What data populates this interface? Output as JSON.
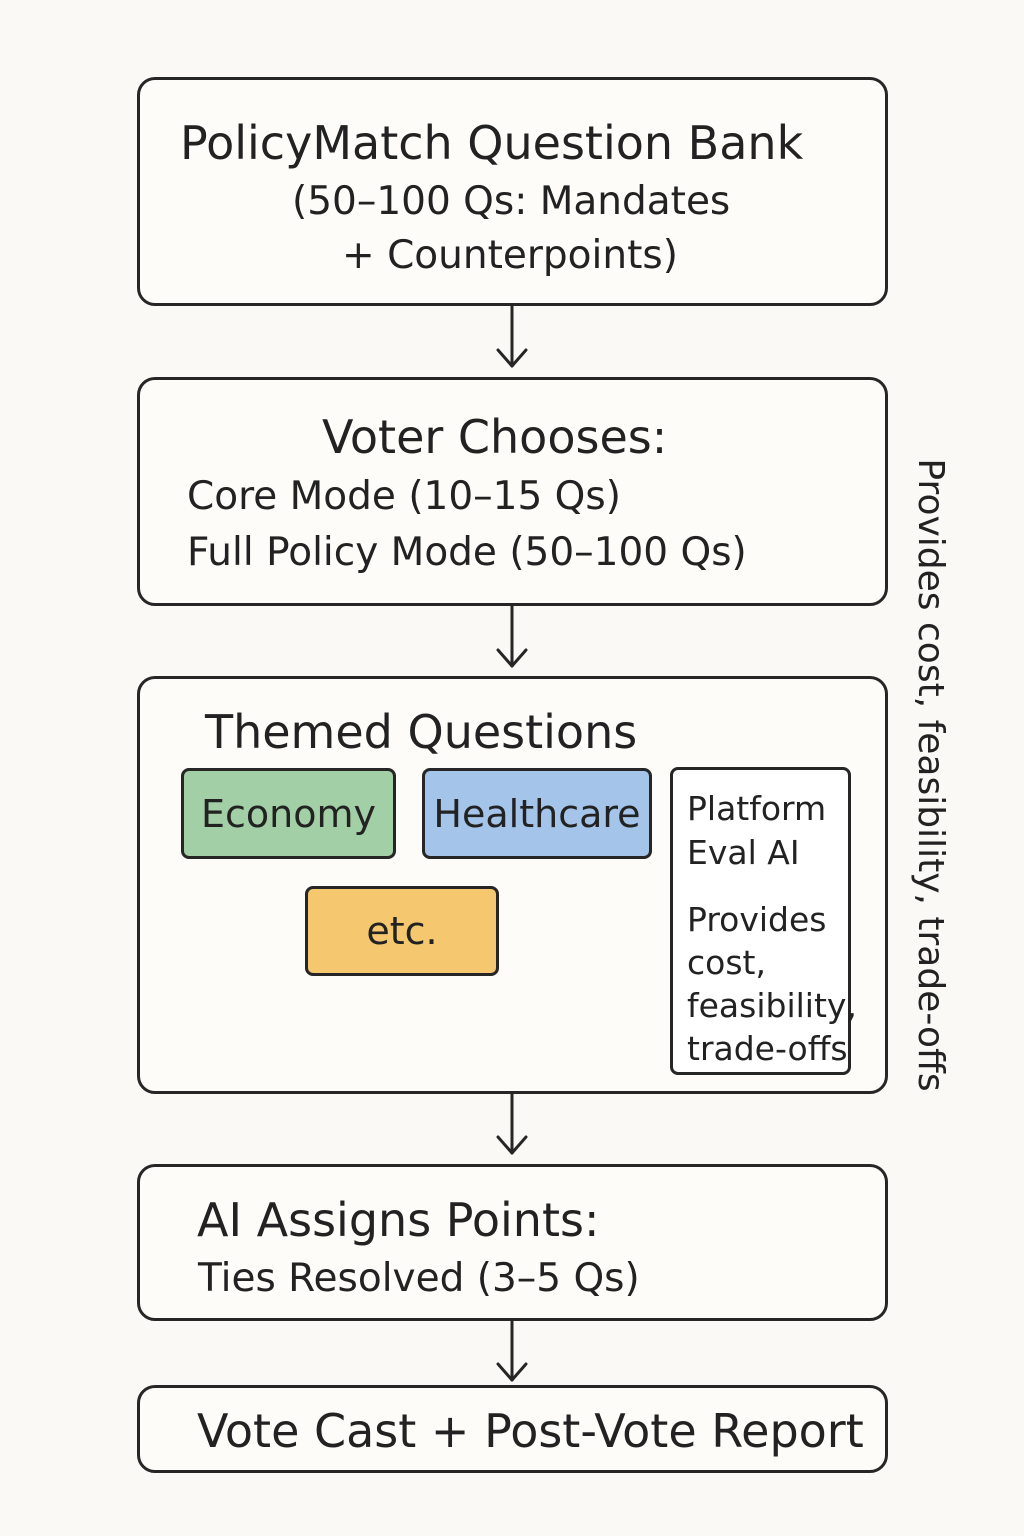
{
  "question_bank": {
    "title": "PolicyMatch Question Bank",
    "line1": "(50–100 Qs: Mandates",
    "line2": "+ Counterpoints)"
  },
  "voter_chooses": {
    "title": "Voter Chooses:",
    "line1": "Core Mode (10–15 Qs)",
    "line2": "Full Policy Mode (50–100 Qs)"
  },
  "themed": {
    "title": "Themed Questions",
    "chips": [
      {
        "label": "Economy",
        "color": "#a3cfa6"
      },
      {
        "label": "Healthcare",
        "color": "#a4c4ea"
      },
      {
        "label": "etc.",
        "color": "#f5c76e"
      }
    ],
    "platform": {
      "lines": [
        "Platform",
        "Eval AI"
      ],
      "desc": [
        "Provides",
        "cost,",
        "feasibility,",
        "trade-offs"
      ]
    }
  },
  "ai_assigns": {
    "title": "AI Assigns Points:",
    "line1": "Ties Resolved (3–5 Qs)"
  },
  "final": {
    "title": "Vote Cast + Post-Vote Report"
  },
  "side_label": "Provides cost, feasibility, trade-offs"
}
